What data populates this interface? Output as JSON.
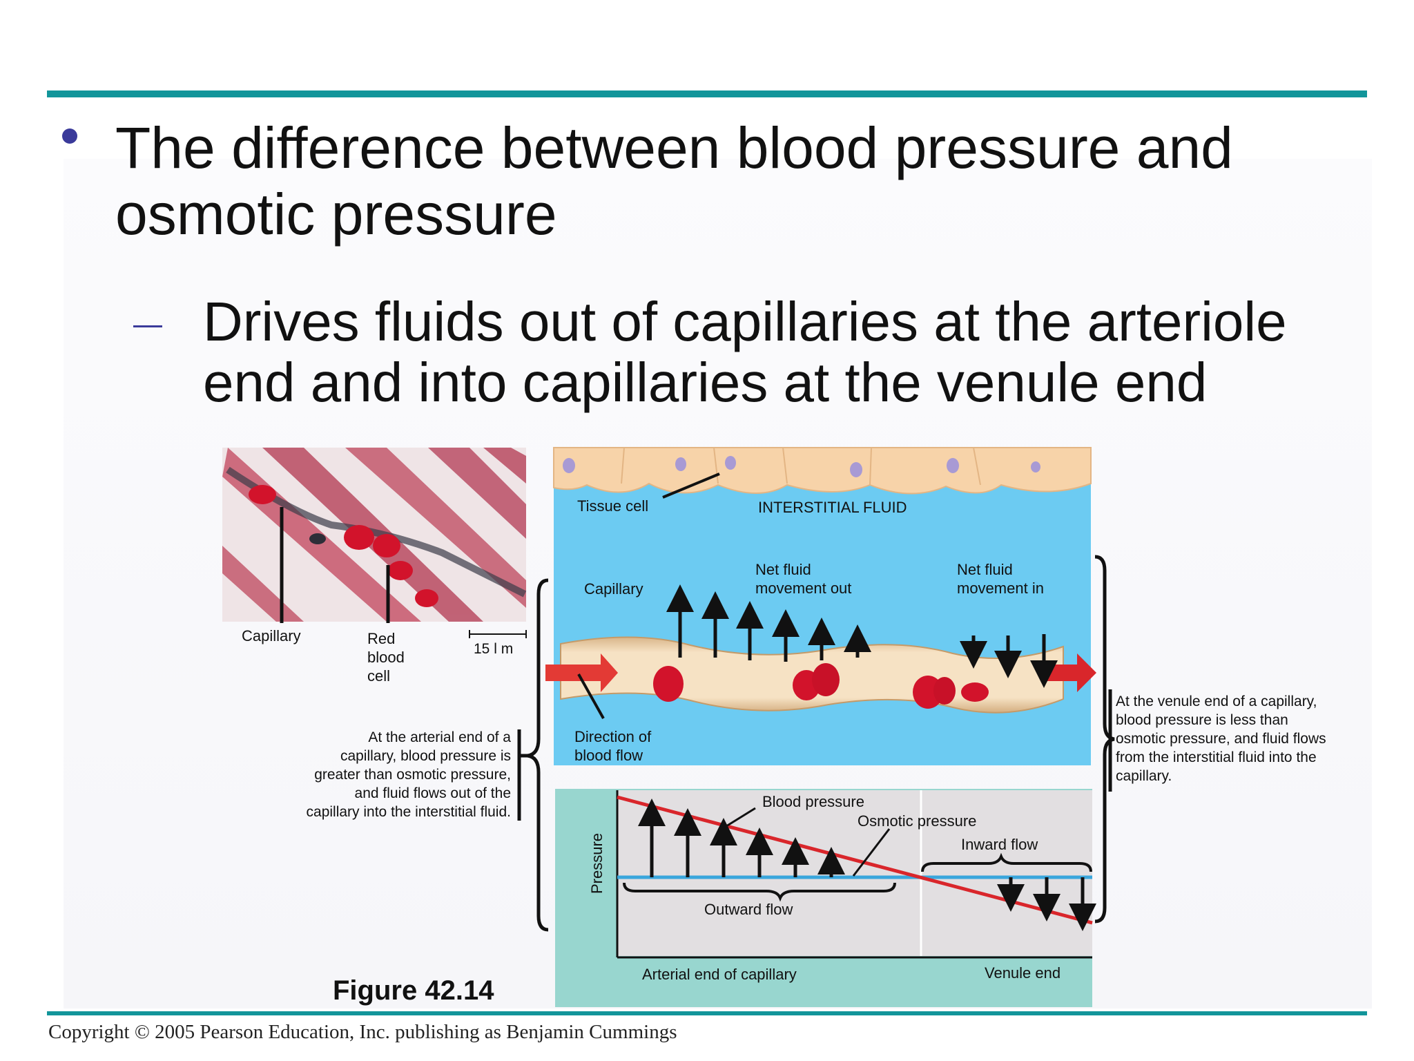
{
  "slide": {
    "title": "The difference between blood pressure and osmotic pressure",
    "subtitle": "Drives fluids out of capillaries at the arteriole end and into capillaries at the venule end",
    "figure_label": "Figure 42.14",
    "copyright": "Copyright © 2005 Pearson Education, Inc. publishing as Benjamin Cummings"
  },
  "micrograph": {
    "label_capillary": "Capillary",
    "label_rbc": [
      "Red",
      "blood",
      "cell"
    ],
    "scale": "15 l  m"
  },
  "diagram": {
    "tissue_cell": "Tissue cell",
    "interstitial_fluid": "INTERSTITIAL FLUID",
    "capillary": "Capillary",
    "net_out": [
      "Net fluid",
      "movement out"
    ],
    "net_in": [
      "Net fluid",
      "movement in"
    ],
    "direction": [
      "Direction of",
      "blood flow"
    ],
    "arterial_note": [
      "At the arterial end of a",
      "capillary, blood pressure is",
      "greater than osmotic pressure,",
      "and fluid flows out of the",
      "capillary into the interstitial fluid."
    ],
    "venule_note": [
      "At the venule end of a capillary,",
      "blood pressure is less than",
      "osmotic pressure, and fluid flows",
      "from the interstitial fluid into the",
      "capillary."
    ]
  },
  "graph": {
    "blood_pressure": "Blood pressure",
    "osmotic_pressure": "Osmotic pressure",
    "inward_flow": "Inward flow",
    "outward_flow": "Outward flow",
    "y_axis": "Pressure",
    "x_left": "Arterial end of capillary",
    "x_right": "Venule end"
  },
  "colors": {
    "teal_rule": "#12959a",
    "interstitial": "#6ccbf2",
    "tissue": "#f7d3a9",
    "blood": "#d9262b",
    "osmotic_line": "#3aa6dc",
    "graph_panel": "#98d6cf"
  }
}
